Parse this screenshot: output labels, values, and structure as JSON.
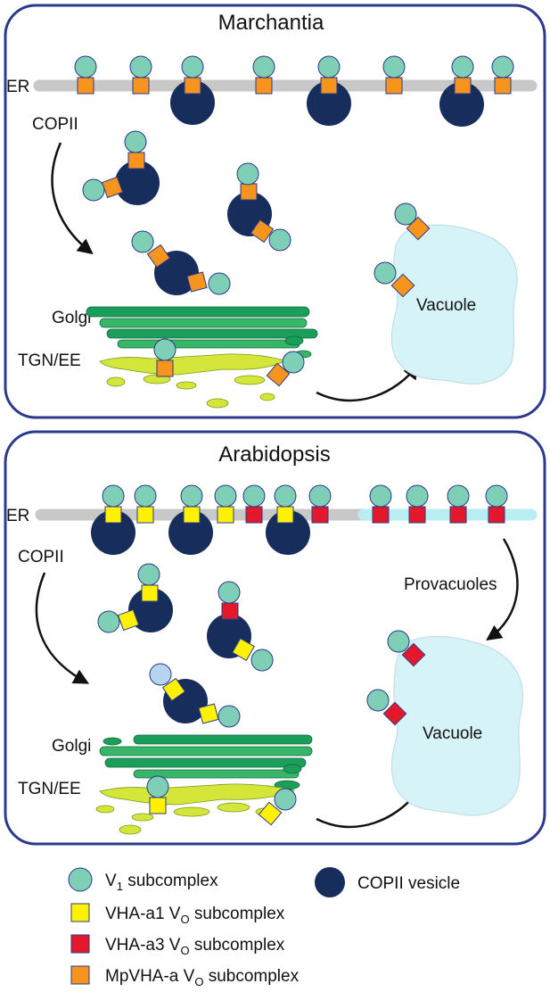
{
  "panels": [
    {
      "title": "Marchantia",
      "labels": {
        "er": "ER",
        "copii": "COPII",
        "golgi": "Golgi",
        "tgn": "TGN/EE",
        "vacuole": "Vacuole"
      }
    },
    {
      "title": "Arabidopsis",
      "labels": {
        "er": "ER",
        "copii": "COPII",
        "golgi": "Golgi",
        "tgn": "TGN/EE",
        "vacuole": "Vacuole",
        "provacuoles": "Provacuoles"
      }
    }
  ],
  "legend": {
    "v1": {
      "main": "V",
      "sub": "1",
      "rest": " subcomplex"
    },
    "copii_vesicle": "COPII vesicle",
    "vha_a1": {
      "main": "VHA-a1 V",
      "sub": "O",
      "rest": " subcomplex"
    },
    "vha_a3": {
      "main": "VHA-a3 V",
      "sub": "O",
      "rest": " subcomplex"
    },
    "mpvha_a": {
      "main": "MpVHA-a V",
      "sub": "O",
      "rest": " subcomplex"
    }
  },
  "colors": {
    "panel_border": "#2b3a8c",
    "er": "#c8c8c8",
    "er_provacuole": "#b8eef2",
    "copii_vesicle": "#172d5c",
    "v1": "#7fcfb6",
    "v1_light": "#b6d4ee",
    "vha_a1": "#fff200",
    "vha_a3": "#e3192b",
    "mpvha_a": "#f7941d",
    "golgi_dark": "#1a9e5a",
    "golgi_light": "#39b56a",
    "tgn": "#d4e63a",
    "vacuole": "#d6f4f7"
  }
}
